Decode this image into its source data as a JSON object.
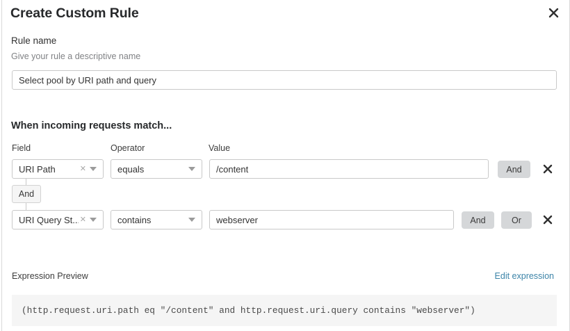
{
  "dialog": {
    "title": "Create Custom Rule",
    "close_icon": "close-icon"
  },
  "rule_name": {
    "label": "Rule name",
    "help_text": "Give your rule a descriptive name",
    "value": "Select pool by URI path and query",
    "placeholder": ""
  },
  "match_section": {
    "title": "When incoming requests match...",
    "columns": {
      "field": "Field",
      "operator": "Operator",
      "value": "Value"
    },
    "connector": "And",
    "rows": [
      {
        "field": "URI Path",
        "operator": "equals",
        "value": "/content",
        "buttons": [
          "And"
        ],
        "remove_icon": "close-icon",
        "clear_icon": "clear-x-icon",
        "caret_icon": "chevron-down-icon"
      },
      {
        "field": "URI Query St...",
        "operator": "contains",
        "value": "webserver",
        "buttons": [
          "And",
          "Or"
        ],
        "remove_icon": "close-icon",
        "clear_icon": "clear-x-icon",
        "caret_icon": "chevron-down-icon"
      }
    ]
  },
  "expression_preview": {
    "label": "Expression Preview",
    "edit_link": "Edit expression",
    "expression": "(http.request.uri.path eq \"/content\" and http.request.uri.query contains \"webserver\")"
  },
  "colors": {
    "accent_link": "#3c84a8",
    "button_bg": "#d5d7d9",
    "preview_bg": "#f5f5f5",
    "border": "#c9c9c9"
  }
}
